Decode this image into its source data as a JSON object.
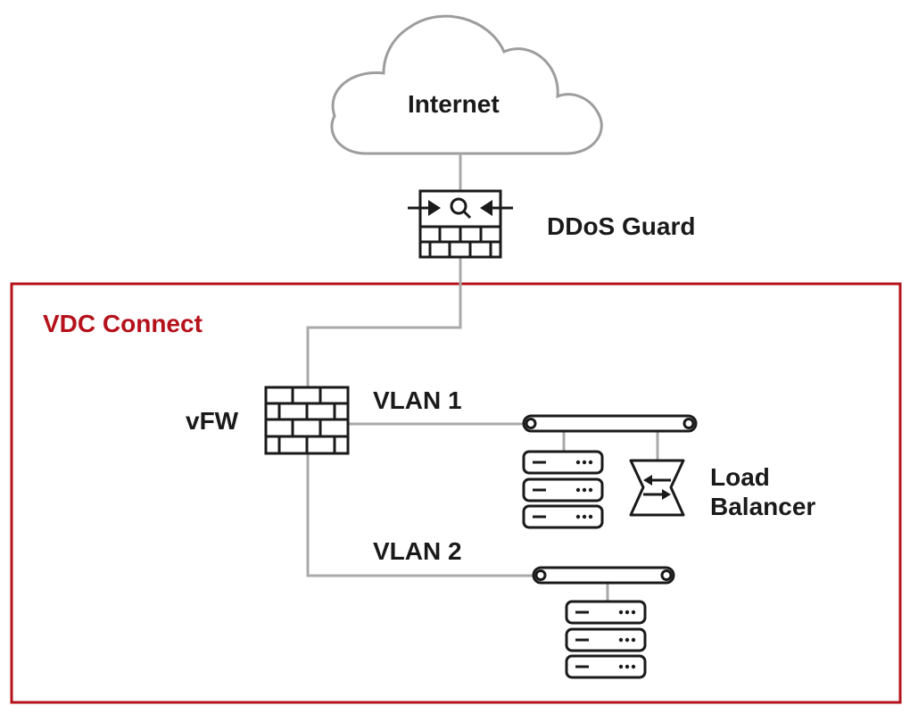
{
  "diagram": {
    "internet_label": "Internet",
    "ddos_label": "DDoS Guard",
    "vdc_label": "VDC Connect",
    "vfw_label": "vFW",
    "vlan1_label": "VLAN 1",
    "vlan2_label": "VLAN 2",
    "load_balancer_label_line1": "Load",
    "load_balancer_label_line2": "Balancer"
  },
  "colors": {
    "line": "#a9a9a9",
    "icon": "#1a1a1a",
    "vdc_accent": "#b5121b",
    "cloud": "#9d9d9d"
  }
}
